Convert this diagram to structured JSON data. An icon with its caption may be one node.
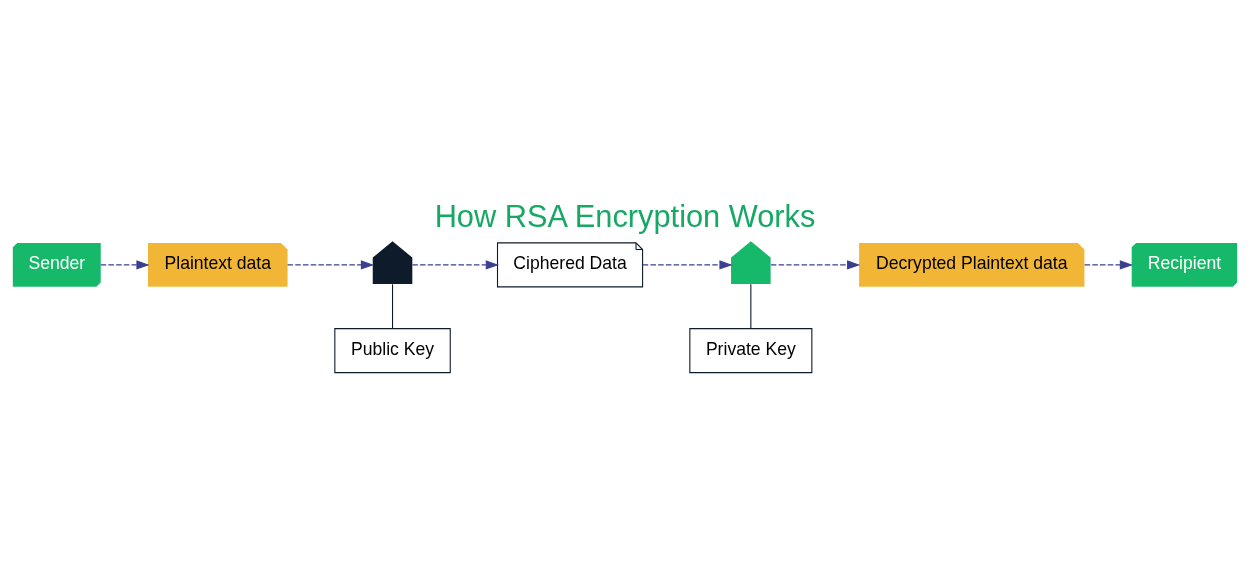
{
  "diagram": {
    "title": "How RSA Encryption Works",
    "nodes": [
      {
        "text": [
          "Sender"
        ]
      },
      {
        "text": [
          "Plaintext data"
        ]
      },
      {
        "text": [],
        "shape": "lock"
      },
      {
        "text": [
          "Public Key"
        ]
      },
      {
        "text": [
          "Ciphered Data"
        ]
      },
      {
        "text": [],
        "shape": "lock"
      },
      {
        "text": [
          "Private Key"
        ]
      },
      {
        "text": [
          "Decrypted Plaintext data"
        ]
      },
      {
        "text": [
          "Recipient"
        ]
      }
    ],
    "edges": [
      {
        "from": 0,
        "to": 1,
        "arrow": "to",
        "style": "dashed"
      },
      {
        "from": 1,
        "to": 2,
        "arrow": "to",
        "style": "dashed"
      },
      {
        "from": 2,
        "to": 4,
        "arrow": "to",
        "style": "dashed"
      },
      {
        "from": 4,
        "to": 5,
        "arrow": "to",
        "style": "dashed"
      },
      {
        "from": 5,
        "to": 7,
        "arrow": "to",
        "style": "dashed"
      },
      {
        "from": 7,
        "to": 8,
        "arrow": "to",
        "style": "dashed"
      },
      {
        "from": 2,
        "to": 3,
        "arrow": "none",
        "color": "#0d1b2a"
      },
      {
        "from": 5,
        "to": 6,
        "arrow": "none",
        "color": "#0d1b2a"
      }
    ]
  }
}
